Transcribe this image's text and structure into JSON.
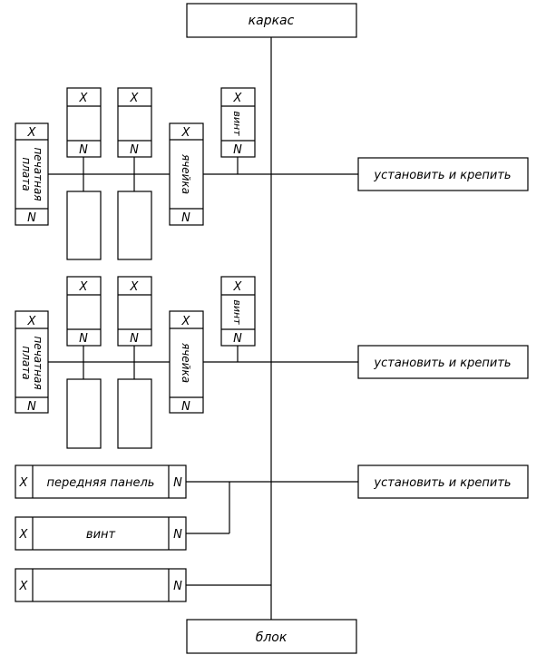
{
  "diagram": {
    "top_node": "каркас",
    "bottom_node": "блок",
    "actions": [
      "установить и крепить",
      "установить и крепить",
      "установить и крепить"
    ],
    "groups": [
      {
        "pcb_label_line1": "печатная",
        "pcb_label_line2": "плата",
        "cell_label": "ячейка",
        "screw_label": "винт"
      },
      {
        "pcb_label_line1": "печатная",
        "pcb_label_line2": "плата",
        "cell_label": "ячейка",
        "screw_label": "винт"
      }
    ],
    "bottom_parts": [
      "передняя панель",
      "винт",
      ""
    ],
    "marker_x": "X",
    "marker_n": "N"
  }
}
